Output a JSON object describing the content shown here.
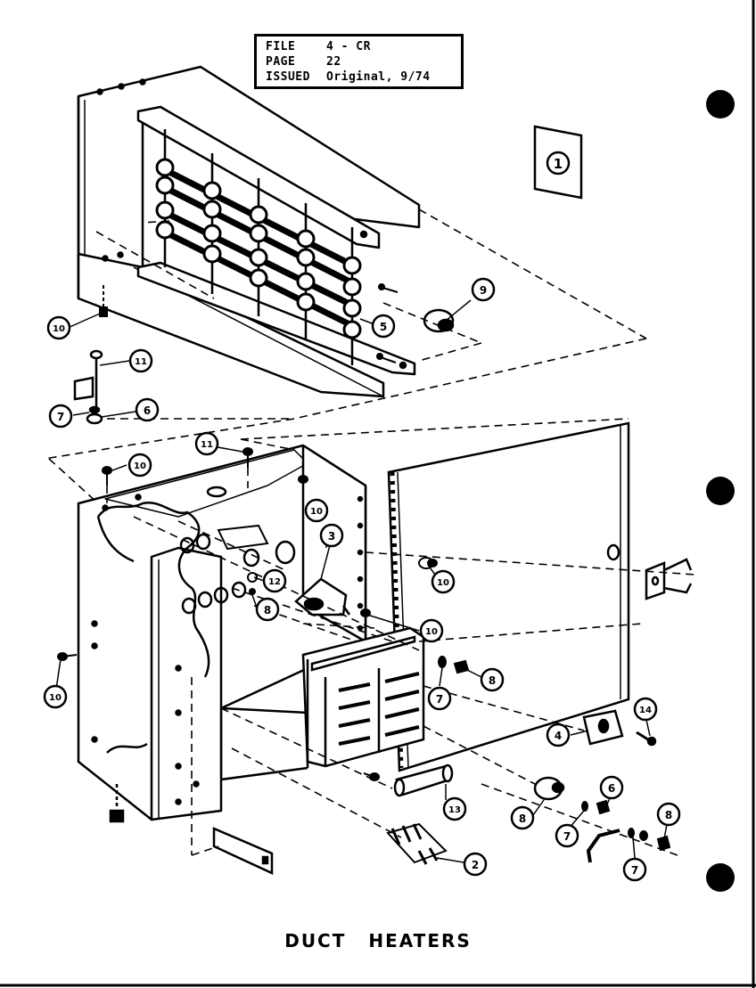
{
  "info_box": {
    "file_label": "FILE",
    "file_value": "4 - CR",
    "page_label": "PAGE",
    "page_value": "22",
    "issued_label": "ISSUED",
    "issued_value": "Original, 9/74"
  },
  "title": "DUCT HEATERS",
  "figure_number": "1",
  "callouts": [
    {
      "id": "c1",
      "label": "9"
    },
    {
      "id": "c2",
      "label": "5"
    },
    {
      "id": "c3",
      "label": "10"
    },
    {
      "id": "c4",
      "label": "11"
    },
    {
      "id": "c5",
      "label": "7"
    },
    {
      "id": "c6",
      "label": "6"
    },
    {
      "id": "c7",
      "label": "11"
    },
    {
      "id": "c8",
      "label": "10"
    },
    {
      "id": "c9",
      "label": "10"
    },
    {
      "id": "c10",
      "label": "3"
    },
    {
      "id": "c11",
      "label": "10"
    },
    {
      "id": "c12",
      "label": "12"
    },
    {
      "id": "c13",
      "label": "8"
    },
    {
      "id": "c14",
      "label": "10"
    },
    {
      "id": "c15",
      "label": "7"
    },
    {
      "id": "c16",
      "label": "8"
    },
    {
      "id": "c17",
      "label": "10"
    },
    {
      "id": "c18",
      "label": "4"
    },
    {
      "id": "c19",
      "label": "14"
    },
    {
      "id": "c20",
      "label": "13"
    },
    {
      "id": "c21",
      "label": "6"
    },
    {
      "id": "c22",
      "label": "8"
    },
    {
      "id": "c23",
      "label": "7"
    },
    {
      "id": "c24",
      "label": "8"
    },
    {
      "id": "c25",
      "label": "7"
    },
    {
      "id": "c26",
      "label": "2"
    }
  ]
}
